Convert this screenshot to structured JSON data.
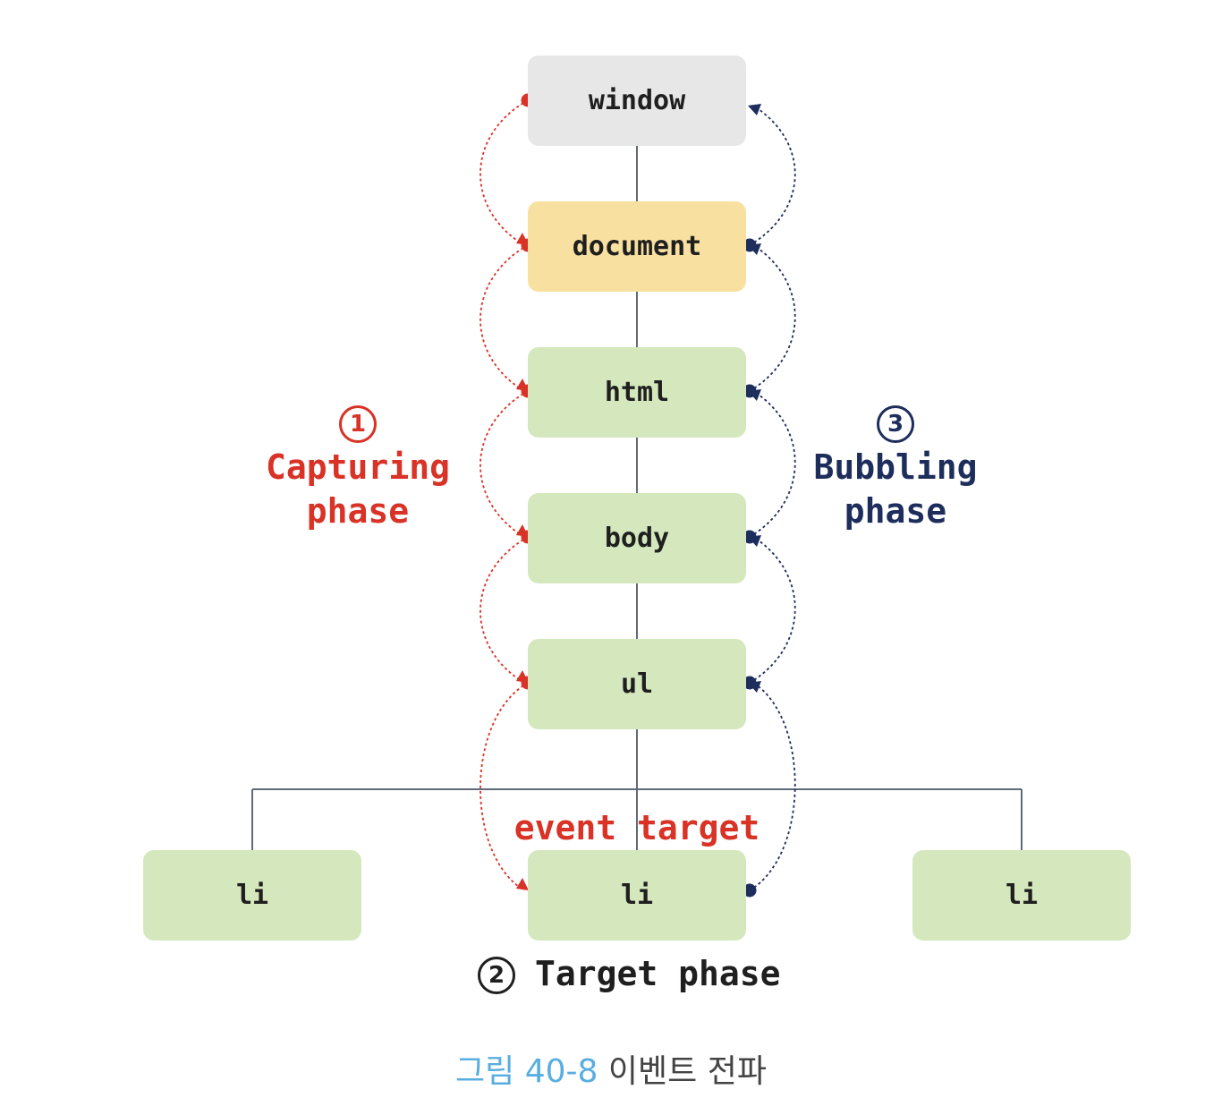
{
  "colors": {
    "capture": "#d93226",
    "bubble": "#1e2e5c",
    "window_fill": "#e7e7e7",
    "document_fill": "#f8e1a0",
    "node_fill": "#d5e8bd",
    "tree_line": "#606a78",
    "caption_accent": "#58aee0",
    "caption_text": "#444444"
  },
  "nodes": {
    "window": "window",
    "document": "document",
    "html": "html",
    "body": "body",
    "ul": "ul",
    "li_left": "li",
    "li_center": "li",
    "li_right": "li"
  },
  "phases": {
    "capturing": {
      "number": "1",
      "line1": "Capturing",
      "line2": "phase"
    },
    "bubbling": {
      "number": "3",
      "line1": "Bubbling",
      "line2": "phase"
    },
    "target": {
      "number": "2",
      "label": "Target phase"
    }
  },
  "event_target_label": "event target",
  "caption": {
    "figure": "그림 40-8",
    "title": "이벤트 전파"
  }
}
